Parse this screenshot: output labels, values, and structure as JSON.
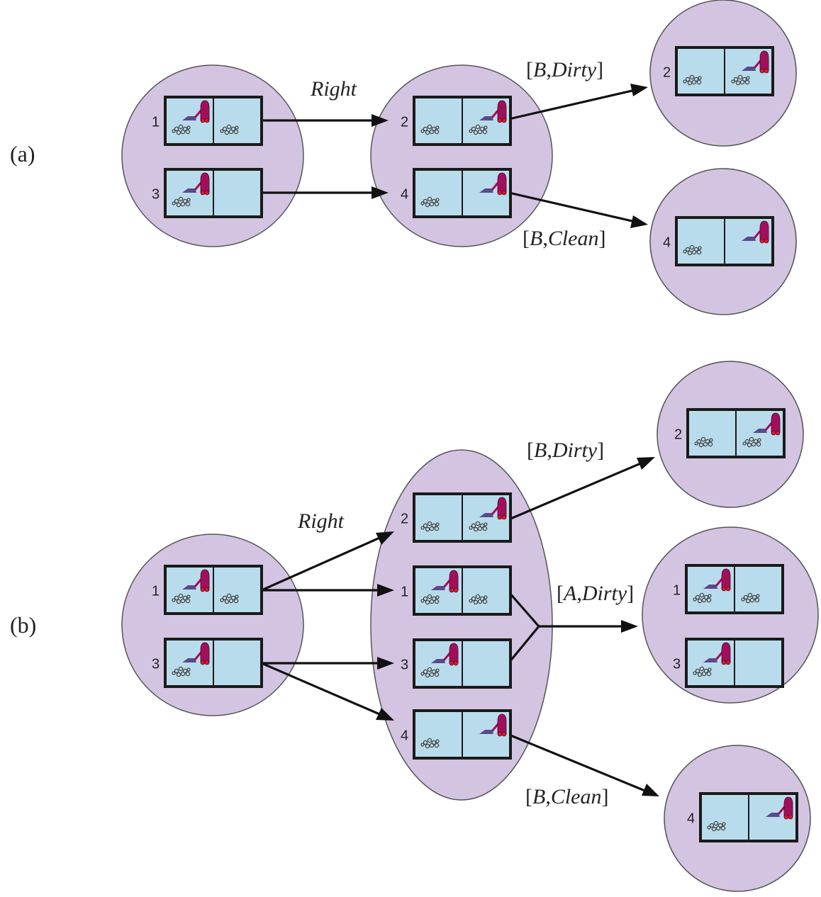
{
  "parts": [
    {
      "label": "(a)",
      "action_label": "Right",
      "nodes": [
        {
          "id": "a-start",
          "shape": "circle",
          "states": [
            {
              "num": "1",
              "robot": "A",
              "dirtA": true,
              "dirtB": true
            },
            {
              "num": "3",
              "robot": "A",
              "dirtA": true,
              "dirtB": false
            }
          ]
        },
        {
          "id": "a-mid",
          "shape": "circle",
          "states": [
            {
              "num": "2",
              "robot": "B",
              "dirtA": true,
              "dirtB": true
            },
            {
              "num": "4",
              "robot": "B",
              "dirtA": true,
              "dirtB": false
            }
          ]
        },
        {
          "id": "a-out1",
          "shape": "circle",
          "states": [
            {
              "num": "2",
              "robot": "B",
              "dirtA": true,
              "dirtB": true
            }
          ]
        },
        {
          "id": "a-out2",
          "shape": "circle",
          "states": [
            {
              "num": "4",
              "robot": "B",
              "dirtA": true,
              "dirtB": false
            }
          ]
        }
      ],
      "percepts": [
        {
          "open": "[",
          "loc": "B",
          "sep": ",",
          "status": "Dirty",
          "close": "]"
        },
        {
          "open": "[",
          "loc": "B",
          "sep": ",",
          "status": "Clean",
          "close": "]"
        }
      ]
    },
    {
      "label": "(b)",
      "action_label": "Right",
      "nodes": [
        {
          "id": "b-start",
          "shape": "circle",
          "states": [
            {
              "num": "1",
              "robot": "A",
              "dirtA": true,
              "dirtB": true
            },
            {
              "num": "3",
              "robot": "A",
              "dirtA": true,
              "dirtB": false
            }
          ]
        },
        {
          "id": "b-mid",
          "shape": "ellipse",
          "states": [
            {
              "num": "2",
              "robot": "B",
              "dirtA": true,
              "dirtB": true
            },
            {
              "num": "1",
              "robot": "A",
              "dirtA": true,
              "dirtB": true
            },
            {
              "num": "3",
              "robot": "A",
              "dirtA": true,
              "dirtB": false
            },
            {
              "num": "4",
              "robot": "B",
              "dirtA": true,
              "dirtB": false
            }
          ]
        },
        {
          "id": "b-out1",
          "shape": "circle",
          "states": [
            {
              "num": "2",
              "robot": "B",
              "dirtA": true,
              "dirtB": true
            }
          ]
        },
        {
          "id": "b-out2",
          "shape": "circle",
          "states": [
            {
              "num": "1",
              "robot": "A",
              "dirtA": true,
              "dirtB": true
            },
            {
              "num": "3",
              "robot": "A",
              "dirtA": true,
              "dirtB": false
            }
          ]
        },
        {
          "id": "b-out3",
          "shape": "circle",
          "states": [
            {
              "num": "4",
              "robot": "B",
              "dirtA": true,
              "dirtB": false
            }
          ]
        }
      ],
      "percepts": [
        {
          "open": "[",
          "loc": "B",
          "sep": ",",
          "status": "Dirty",
          "close": "]"
        },
        {
          "open": "[",
          "loc": "A",
          "sep": ",",
          "status": "Dirty",
          "close": "]"
        },
        {
          "open": "[",
          "loc": "B",
          "sep": ",",
          "status": "Clean",
          "close": "]"
        }
      ]
    }
  ],
  "colors": {
    "node_fill": "#d3c5e2",
    "room_fill": "#b9dcec",
    "vacuum": "#a0105a",
    "vacuum_base": "#5a4a8a"
  }
}
